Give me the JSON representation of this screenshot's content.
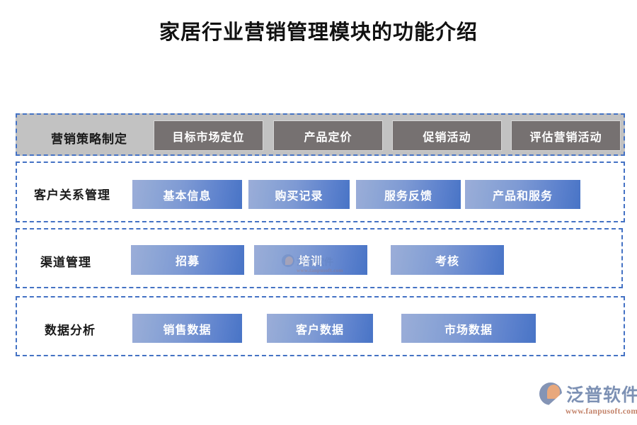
{
  "page": {
    "title": "家居行业营销管理模块的功能介绍"
  },
  "diagram": {
    "rows": [
      {
        "id": "marketing-strategy",
        "label": "营销策略制定",
        "style": "gray",
        "nodes": [
          {
            "label": "目标市场定位"
          },
          {
            "label": "产品定价"
          },
          {
            "label": "促销活动"
          },
          {
            "label": "评估营销活动"
          }
        ]
      },
      {
        "id": "customer-relationship",
        "label": "客户关系管理",
        "style": "blue",
        "nodes": [
          {
            "label": "基本信息"
          },
          {
            "label": "购买记录"
          },
          {
            "label": "服务反馈"
          },
          {
            "label": "产品和服务"
          }
        ]
      },
      {
        "id": "channel-management",
        "label": "渠道管理",
        "style": "blue",
        "nodes": [
          {
            "label": "招募"
          },
          {
            "label": "培训"
          },
          {
            "label": "考核"
          }
        ]
      },
      {
        "id": "data-analysis",
        "label": "数据分析",
        "style": "blue",
        "nodes": [
          {
            "label": "销售数据"
          },
          {
            "label": "客户数据"
          },
          {
            "label": "市场数据"
          }
        ]
      }
    ]
  },
  "watermark": {
    "brand": "泛普软件",
    "url": "www.fanpusoft.com"
  },
  "logo": {
    "brand": "泛普软件",
    "url": "www.fanpusoft.com"
  },
  "colors": {
    "dashed_border": "#4472C4",
    "row1_background": "#C2C2C2",
    "gray_node": "#767171",
    "blue_node_light": "#9BADD8",
    "blue_node_dark": "#4874C6",
    "logo_blue": "#7D91B4",
    "logo_orange": "#E8A87C",
    "logo_url": "#C3836A"
  }
}
